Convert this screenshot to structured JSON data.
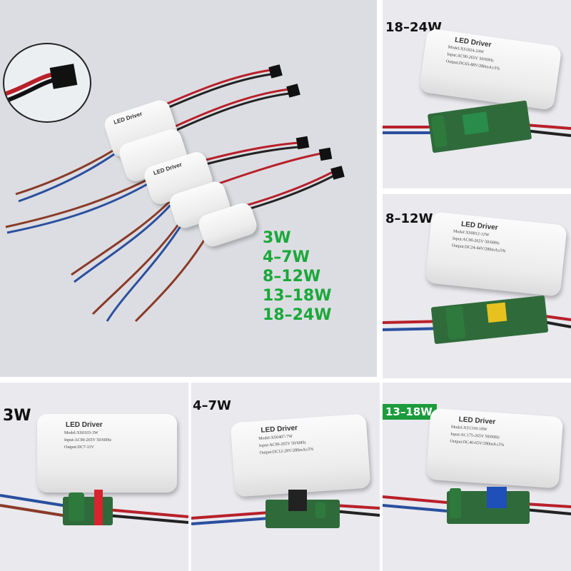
{
  "main_photo": {
    "legend": [
      "3W",
      "4–7W",
      "8–12W",
      "13–18W",
      "18–24W"
    ],
    "legend_color": "#1aa83a",
    "driver_title": "LED Driver"
  },
  "panels": [
    {
      "label": "18–24W",
      "title": "LED Driver",
      "lines": [
        "Model:XS1824-24W",
        "Input:AC90-265V  50/60Hz",
        "Output:DC65-88V/280mA±5%"
      ]
    },
    {
      "label": "8–12W",
      "title": "LED Driver",
      "lines": [
        "Model:XS0812-12W",
        "Input:AC90-265V  50/60Hz",
        "Output:DC24-44V/280mA±5%"
      ]
    },
    {
      "label": "3W",
      "title": "LED Driver",
      "lines": [
        "Model:XS0103-3W",
        "Input:AC90-265V  50/60Hz",
        "Output:DC7-11V"
      ]
    },
    {
      "label": "4–7W",
      "title": "LED Driver",
      "lines": [
        "Model:XS0407-7W",
        "Input:AC90-265V  50/60Hz",
        "Output:DC12-28V/280mA±5%"
      ]
    },
    {
      "label": "13–18W",
      "title": "LED Driver",
      "lines": [
        "Model:XS1318-18W",
        "Input:AC175-265V  50/60Hz",
        "Output:DC46-65V/280mA±5%"
      ]
    }
  ],
  "colors": {
    "badge_green": "#1c9b3c",
    "wire_red": "#b8202a",
    "wire_blue": "#2a4f9e",
    "pcb_green": "#2f6b3a"
  }
}
